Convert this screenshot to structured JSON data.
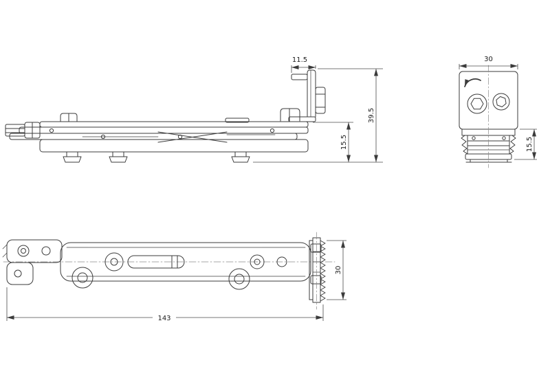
{
  "page": {
    "background": "#ffffff"
  },
  "drawing": {
    "stroke_color": "#3b3b3b",
    "dims": {
      "bracket_offset": "11.5",
      "overall_height": "39.5",
      "stack_height": "15.5",
      "end_width": "30",
      "clamp_height": "15.5",
      "overall_length": "143",
      "channel_height": "30"
    }
  }
}
